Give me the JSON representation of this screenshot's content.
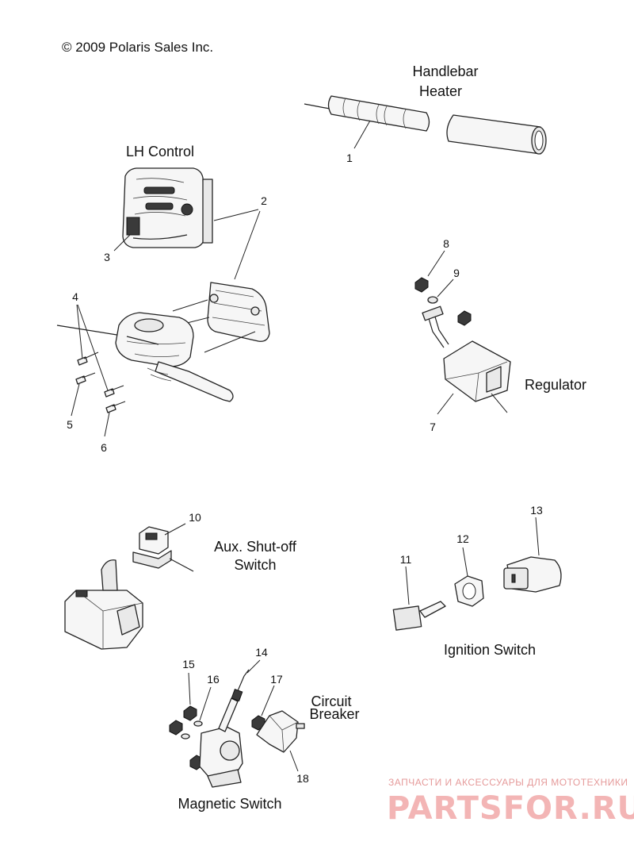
{
  "copyright": "© 2009 Polaris Sales Inc.",
  "groups": {
    "handlebar_heater": [
      "Handlebar",
      "Heater"
    ],
    "lh_control": "LH Control",
    "regulator": "Regulator",
    "aux_switch": [
      "Aux. Shut-off",
      "Switch"
    ],
    "ignition_switch": "Ignition Switch",
    "circuit_breaker": [
      "Circuit",
      "Breaker"
    ],
    "magnetic_switch": "Magnetic Switch"
  },
  "callouts": {
    "c1": "1",
    "c2": "2",
    "c3": "3",
    "c4": "4",
    "c5": "5",
    "c6": "6",
    "c7": "7",
    "c8": "8",
    "c9": "9",
    "c10": "10",
    "c11": "11",
    "c12": "12",
    "c13": "13",
    "c14": "14",
    "c15": "15",
    "c16": "16",
    "c17": "17",
    "c18": "18"
  },
  "watermark": {
    "line1": "ЗАПЧАСТИ И АКСЕССУАРЫ ДЛЯ МОТОТЕХНИКИ",
    "line2": "PARTSFOR.RU"
  }
}
